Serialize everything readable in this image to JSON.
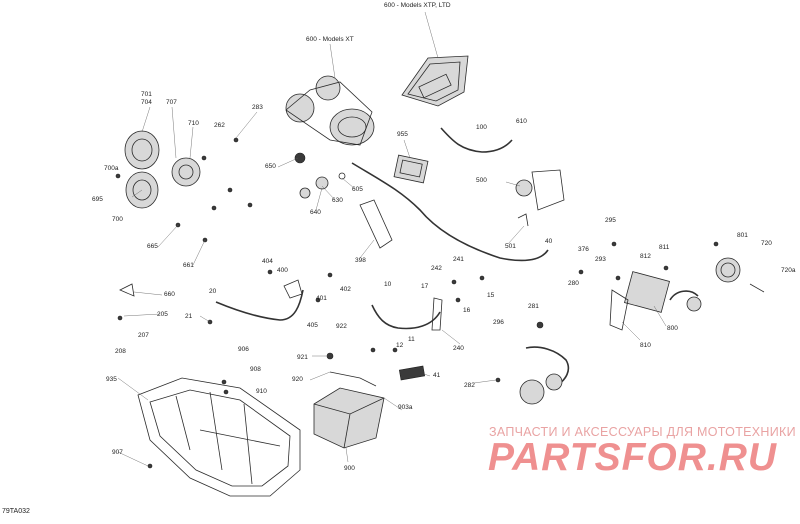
{
  "diagram_ref": "79TA032",
  "watermark": {
    "subtitle": "ЗАПЧАСТИ И АКСЕССУАРЫ ДЛЯ МОТОТЕХНИКИ",
    "logo": "PARTSFOR.RU"
  },
  "callouts": [
    {
      "id": "c600ltd",
      "text": "600 - Models XTP, LTD"
    },
    {
      "id": "c600xt",
      "text": "600 - Models XT"
    },
    {
      "id": "c701",
      "text": "701"
    },
    {
      "id": "c704",
      "text": "704"
    },
    {
      "id": "c707",
      "text": "707"
    },
    {
      "id": "c710",
      "text": "710"
    },
    {
      "id": "c262",
      "text": "262"
    },
    {
      "id": "c283",
      "text": "283"
    },
    {
      "id": "c700a",
      "text": "700a"
    },
    {
      "id": "c695",
      "text": "695"
    },
    {
      "id": "c700",
      "text": "700"
    },
    {
      "id": "c665",
      "text": "665"
    },
    {
      "id": "c661",
      "text": "661"
    },
    {
      "id": "c650",
      "text": "650"
    },
    {
      "id": "c640",
      "text": "640"
    },
    {
      "id": "c630",
      "text": "630"
    },
    {
      "id": "c605",
      "text": "605"
    },
    {
      "id": "c955",
      "text": "955"
    },
    {
      "id": "c100",
      "text": "100"
    },
    {
      "id": "c610",
      "text": "610"
    },
    {
      "id": "c500",
      "text": "500"
    },
    {
      "id": "c501",
      "text": "501"
    },
    {
      "id": "c40",
      "text": "40"
    },
    {
      "id": "c398",
      "text": "398"
    },
    {
      "id": "c295",
      "text": "295"
    },
    {
      "id": "c376",
      "text": "376"
    },
    {
      "id": "c293",
      "text": "293"
    },
    {
      "id": "c812",
      "text": "812"
    },
    {
      "id": "c811",
      "text": "811"
    },
    {
      "id": "c801",
      "text": "801"
    },
    {
      "id": "c720",
      "text": "720"
    },
    {
      "id": "c720a",
      "text": "720a"
    },
    {
      "id": "c280",
      "text": "280"
    },
    {
      "id": "c800",
      "text": "800"
    },
    {
      "id": "c810",
      "text": "810"
    },
    {
      "id": "c404",
      "text": "404"
    },
    {
      "id": "c400",
      "text": "400"
    },
    {
      "id": "c401",
      "text": "401"
    },
    {
      "id": "c402",
      "text": "402"
    },
    {
      "id": "c241",
      "text": "241"
    },
    {
      "id": "c242",
      "text": "242"
    },
    {
      "id": "c17",
      "text": "17"
    },
    {
      "id": "c15",
      "text": "15"
    },
    {
      "id": "c10",
      "text": "10"
    },
    {
      "id": "c16",
      "text": "16"
    },
    {
      "id": "c281",
      "text": "281"
    },
    {
      "id": "c296",
      "text": "296"
    },
    {
      "id": "c660",
      "text": "660"
    },
    {
      "id": "c20",
      "text": "20"
    },
    {
      "id": "c205",
      "text": "205"
    },
    {
      "id": "c21",
      "text": "21"
    },
    {
      "id": "c207",
      "text": "207"
    },
    {
      "id": "c208",
      "text": "208"
    },
    {
      "id": "c405",
      "text": "405"
    },
    {
      "id": "c922",
      "text": "922"
    },
    {
      "id": "c11",
      "text": "11"
    },
    {
      "id": "c12",
      "text": "12"
    },
    {
      "id": "c240",
      "text": "240"
    },
    {
      "id": "c906",
      "text": "906"
    },
    {
      "id": "c908",
      "text": "908"
    },
    {
      "id": "c910",
      "text": "910"
    },
    {
      "id": "c921",
      "text": "921"
    },
    {
      "id": "c920",
      "text": "920"
    },
    {
      "id": "c41",
      "text": "41"
    },
    {
      "id": "c903a",
      "text": "903a"
    },
    {
      "id": "c282",
      "text": "282"
    },
    {
      "id": "c935",
      "text": "935"
    },
    {
      "id": "c907",
      "text": "907"
    },
    {
      "id": "c900",
      "text": "900"
    }
  ]
}
